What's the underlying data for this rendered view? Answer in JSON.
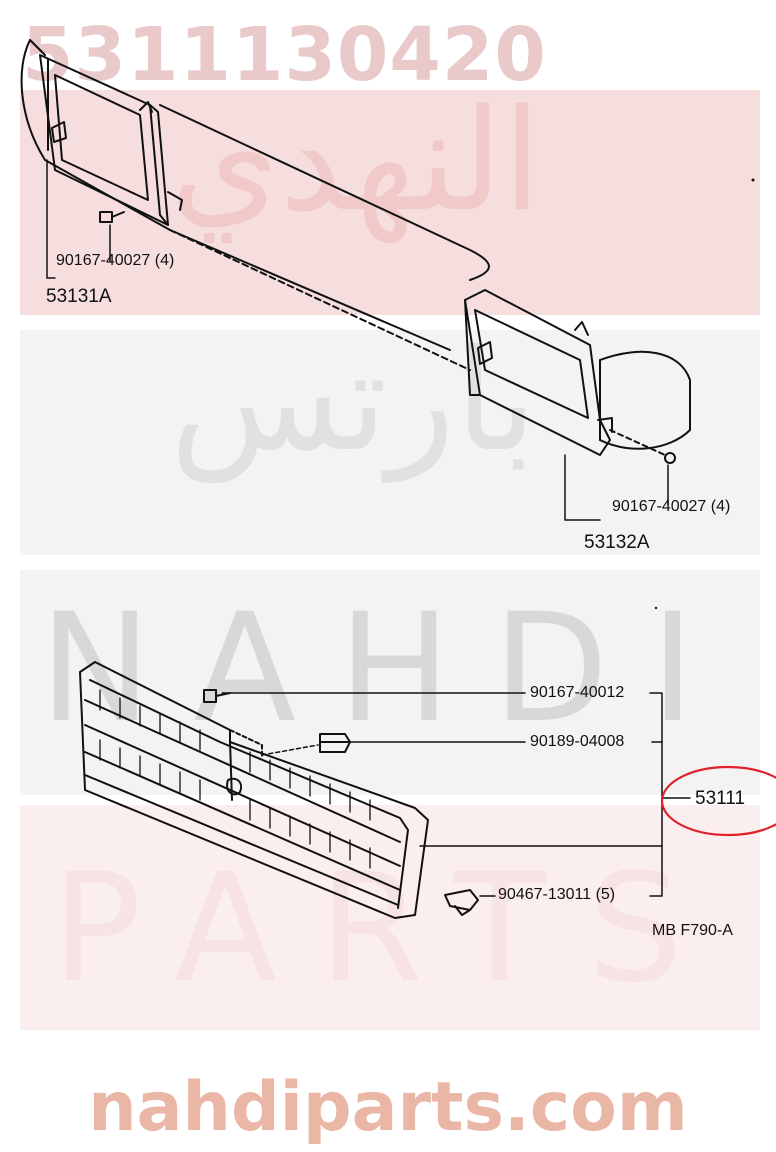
{
  "watermark": {
    "part_number": "5311130420",
    "arabic_top": "النهدي",
    "arabic_mid": "بارتس",
    "latin_top": "NAHDI",
    "latin_bottom": "PARTS",
    "url": "nahdiparts.com"
  },
  "labels": {
    "bolt_left": "90167-40027 (4)",
    "ref_left": "53131A",
    "bolt_right": "90167-40027 (4)",
    "ref_right": "53132A",
    "screw_grille": "90167-40012",
    "clip_grille": "90189-04008",
    "ref_grille": "53111",
    "nut_grille": "90467-13011 (5)",
    "figure_code": "MB  F790-A"
  },
  "colors": {
    "line": "#111111",
    "highlight_circle": "#e0202a",
    "band_red": "#c9141c",
    "band_grey": "#cfcfcf"
  }
}
